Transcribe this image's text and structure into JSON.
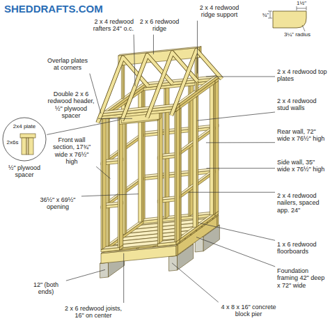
{
  "diagram": {
    "nodes": [
      {
        "text": [
          "2x4 plate",
          "2x6s"
        ]
      }
    ],
    "labels": [
      "SHEDDRAFTS.COM",
      "2 x 4 redwood rafters 24\" o.c.",
      "2 x 6 redwood ridge",
      "2 x 4 redwood ridge support",
      "1½\"",
      "¾\"",
      "3¼\" radius",
      "Overlap plates at corners",
      "2 x 4 redwood top plates",
      "Double 2 x 6 redwood header, ½\" plywood spacer",
      "2 x 4 redwood stud walls",
      "½\" plywood spacer",
      "Front wall section, 17¾\" wide x 76½\" high",
      "Rear wall, 72\" wide x 76½\" high",
      "Side wall, 35\" wide x 76½\" high",
      "36½\" x 69½\" opening",
      "2 x 4 redwood nailers, spaced app. 24\"",
      "1 x 6 redwood floorboards",
      "Foundation framing 42\" deep x 72\" wide",
      "12\" (both ends)",
      "2 x 6 redwood joists, 16\" on center",
      "4 x 8 x 16\" concrete block pier"
    ]
  }
}
